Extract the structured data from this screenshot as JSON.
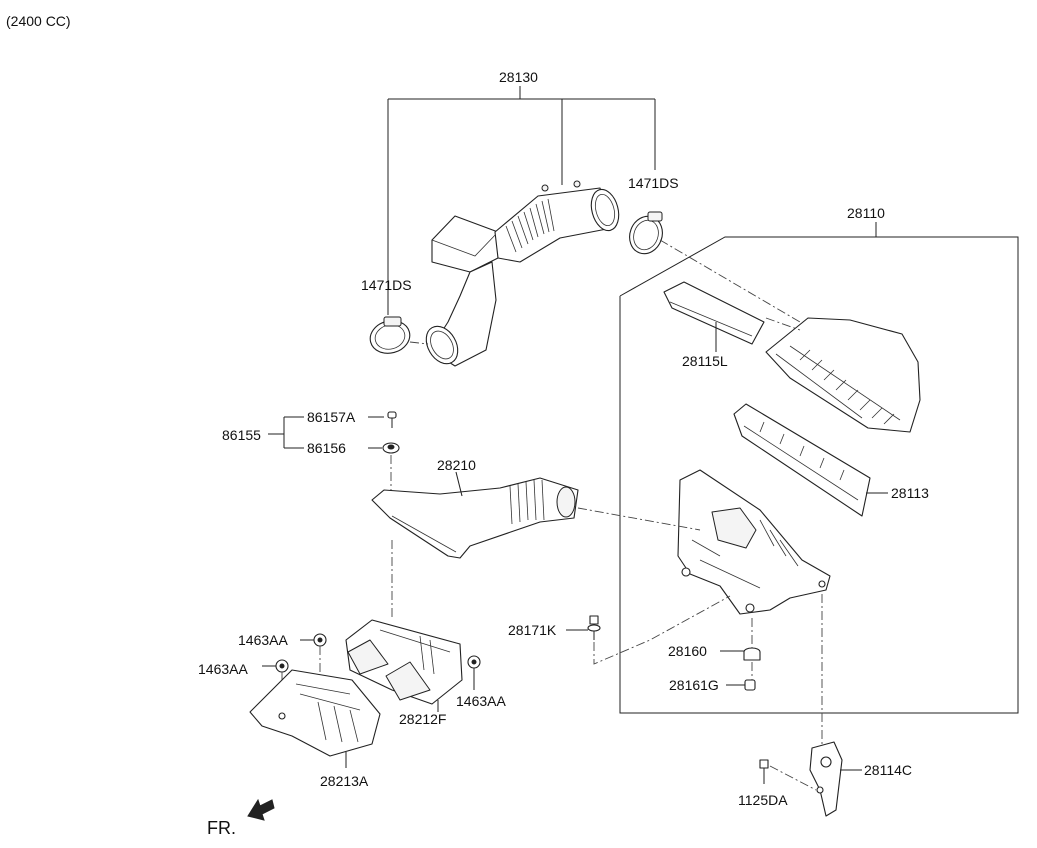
{
  "header": {
    "engine_note": "(2400 CC)"
  },
  "orientation": {
    "front_label": "FR."
  },
  "parts": {
    "p28130": "28130",
    "p1471DS_top": "1471DS",
    "p1471DS_left": "1471DS",
    "p28110": "28110",
    "p28115L": "28115L",
    "p28113": "28113",
    "p86157A": "86157A",
    "p86155": "86155",
    "p86156": "86156",
    "p28210": "28210",
    "p28171K": "28171K",
    "p28160": "28160",
    "p28161G": "28161G",
    "p1463AA_top": "1463AA",
    "p1463AA_left": "1463AA",
    "p1463AA_right": "1463AA",
    "p28212F": "28212F",
    "p28213A": "28213A",
    "p28114C": "28114C",
    "p1125DA": "1125DA"
  }
}
